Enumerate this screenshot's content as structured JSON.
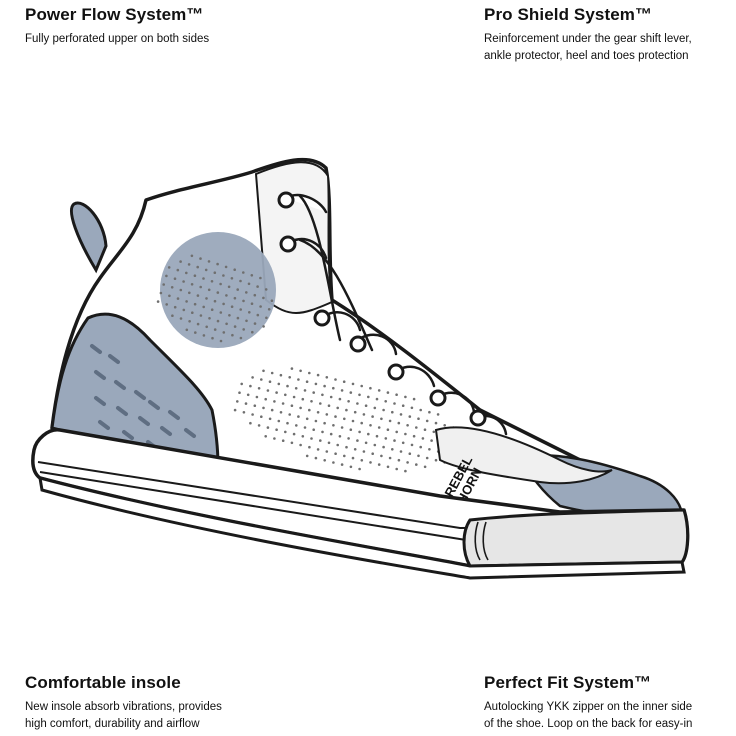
{
  "features": {
    "power_flow": {
      "title": "Power Flow System™",
      "lines": [
        "Fully perforated upper on both sides"
      ]
    },
    "pro_shield": {
      "title": "Pro Shield System™",
      "lines": [
        "Reinforcement under the gear shift lever,",
        "ankle protector, heel and toes protection"
      ]
    },
    "comfortable_insole": {
      "title": "Comfortable insole",
      "lines": [
        "New insole absorb vibrations, provides",
        "high comfort, durability and airflow"
      ]
    },
    "perfect_fit": {
      "title": "Perfect Fit System™",
      "lines": [
        "Autolocking YKK zipper on the inner side",
        "of the shoe. Loop on the back for easy-in"
      ]
    }
  },
  "brand": {
    "logo_text": [
      "REBEL",
      "HORN"
    ]
  },
  "colors": {
    "accent": "#9aa8bb",
    "outline": "#1a1a1a",
    "sole_gray": "#e6e6e6",
    "upper": "#ffffff"
  }
}
